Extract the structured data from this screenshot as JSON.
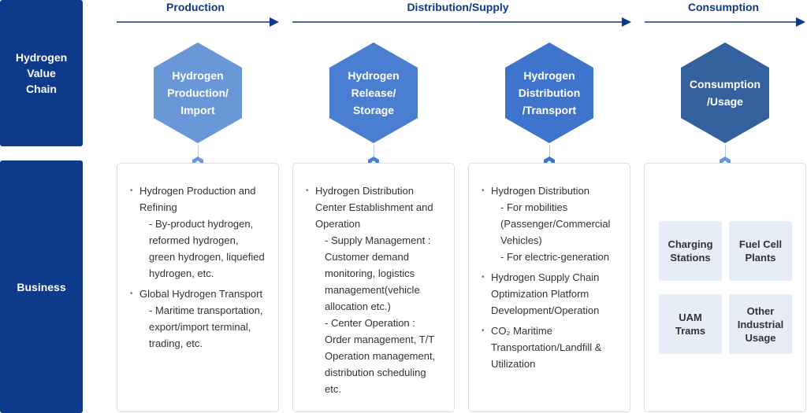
{
  "side": {
    "chain": "Hydrogen\nValue\nChain",
    "business": "Business"
  },
  "stages": [
    {
      "label": "Production"
    },
    {
      "label": "Distribution/Supply"
    },
    {
      "label": "Consumption"
    }
  ],
  "colors": {
    "sidebar": "#0d3a8a",
    "stage_text": "#0d3a8a",
    "hex_light": "#6a97d7",
    "hex_mid": "#4a7ed2",
    "hex_blue": "#3f74cd",
    "hex_dark": "#35609e",
    "usage_box": "#e6edf6"
  },
  "hexagons": [
    {
      "label": "Hydrogen\nProduction/\nImport",
      "color": "#6a97d7"
    },
    {
      "label": "Hydrogen\nRelease/\nStorage",
      "color": "#4a7ed2"
    },
    {
      "label": "Hydrogen\nDistribution\n/Transport",
      "color": "#3f74cd"
    },
    {
      "label": "Consumption\n/Usage",
      "color": "#35609e"
    }
  ],
  "cards": [
    {
      "items": [
        {
          "main": "Hydrogen Production and\nRefining",
          "sub": "- By-product hydrogen,\n  reformed hydrogen,\n  green hydrogen, liquefied\n  hydrogen, etc."
        },
        {
          "main": "Global Hydrogen Transport",
          "sub": "- Maritime transportation,\n  export/import terminal,\n  trading, etc."
        }
      ]
    },
    {
      "items": [
        {
          "main": "Hydrogen Distribution\nCenter Establishment and\nOperation",
          "sub": "- Supply Management :\n  Customer demand\n  monitoring, logistics\n  management(vehicle\n  allocation etc.)\n- Center Operation :\n  Order management, T/T\n  Operation management,\n  distribution scheduling\n  etc."
        }
      ]
    },
    {
      "items": [
        {
          "main": "Hydrogen Distribution",
          "sub": "- For mobilities\n  (Passenger/Commercial\n  Vehicles)\n- For electric-generation"
        },
        {
          "main": "Hydrogen Supply Chain\nOptimization Platform\nDevelopment/Operation",
          "sub": ""
        },
        {
          "main": "CO₂ Maritime\nTransportation/Landfill &\nUtilization",
          "sub": ""
        }
      ]
    }
  ],
  "usage": [
    "Charging\nStations",
    "Fuel Cell\nPlants",
    "UAM\nTrams",
    "Other\nIndustrial\nUsage"
  ]
}
